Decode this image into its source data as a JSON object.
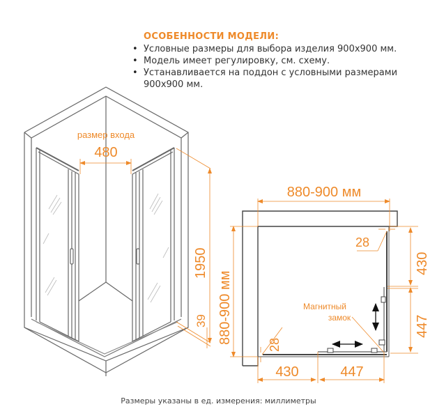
{
  "features": {
    "title": "ОСОБЕННОСТИ МОДЕЛИ:",
    "items": [
      "Условные размеры для выбора изделия 900x900 мм.",
      "Модель имеет регулировку, см. схему.",
      "Устанавливается на поддон с условными размерами 900x900 мм."
    ]
  },
  "isometric_view": {
    "entry_label": "размер входа",
    "entry_width": "480",
    "height": "1950",
    "base_height": "39"
  },
  "plan_view": {
    "width_label": "880-900 мм",
    "depth_label": "880-900 мм",
    "profile_top": "28",
    "profile_bottom": "28",
    "right_fixed": "430",
    "right_door": "447",
    "bottom_fixed": "430",
    "bottom_door": "447",
    "magnet_label_line1": "Магнитный",
    "magnet_label_line2": "замок"
  },
  "footnote": "Размеры указаны в ед. измерения: миллиметры",
  "colors": {
    "accent": "#ee8a2a",
    "line": "#555555",
    "text": "#333333"
  }
}
